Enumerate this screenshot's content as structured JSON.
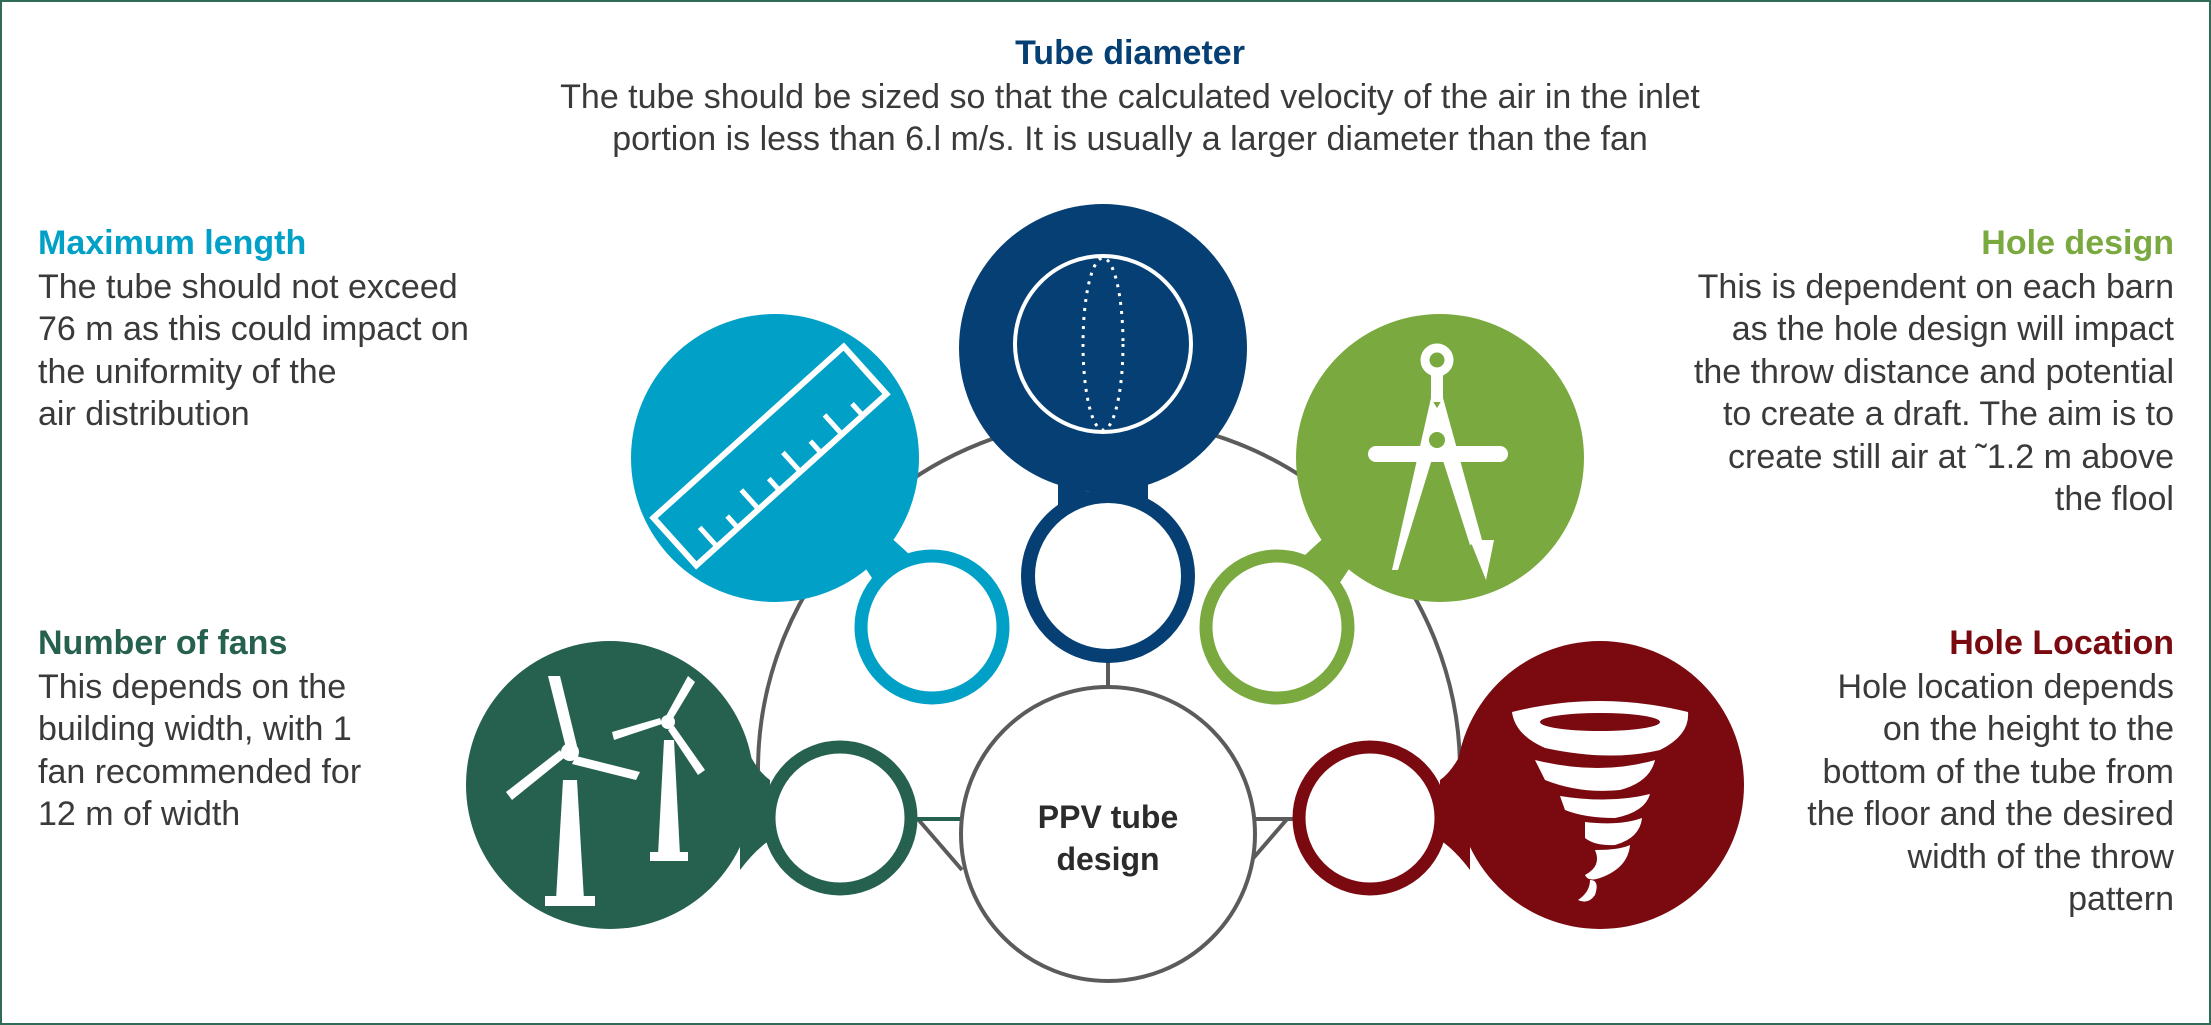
{
  "colors": {
    "diameter": "#053f73",
    "length": "#00a0c7",
    "hole_design": "#7aa940",
    "fans": "#26614f",
    "hole_location": "#7a0a10",
    "connector": "#5b5b5b",
    "text": "#3a3a3a"
  },
  "center": {
    "line1": "PPV tube",
    "line2": "design"
  },
  "sections": {
    "tube_diameter": {
      "title": "Tube diameter",
      "lines": [
        "The tube should be sized so that the calculated velocity of the air in the inlet",
        "portion is less than 6.l m/s. It is usually a larger diameter than the fan"
      ],
      "icon": "tube-cross-section-icon"
    },
    "maximum_length": {
      "title": "Maximum length",
      "lines": [
        "The tube should not exceed",
        "76 m as this could impact on",
        "the uniformity of the",
        "air distribution"
      ],
      "icon": "ruler-icon"
    },
    "hole_design": {
      "title": "Hole design",
      "lines": [
        "This is dependent on each barn",
        "as the hole design will impact",
        "the throw distance and potential",
        "to create a draft. The aim is to",
        "create still air at ˜1.2 m above",
        "the flool"
      ],
      "icon": "compass-icon"
    },
    "number_of_fans": {
      "title": "Number of fans",
      "lines": [
        "This depends on the",
        "building width, with 1",
        "fan recommended for",
        "12 m of width"
      ],
      "icon": "wind-turbine-icon"
    },
    "hole_location": {
      "title": "Hole Location",
      "lines": [
        "Hole location depends",
        "on the height to the",
        "bottom of the tube from",
        "the floor and the desired",
        "width of the throw",
        "pattern"
      ],
      "icon": "tornado-icon"
    }
  }
}
